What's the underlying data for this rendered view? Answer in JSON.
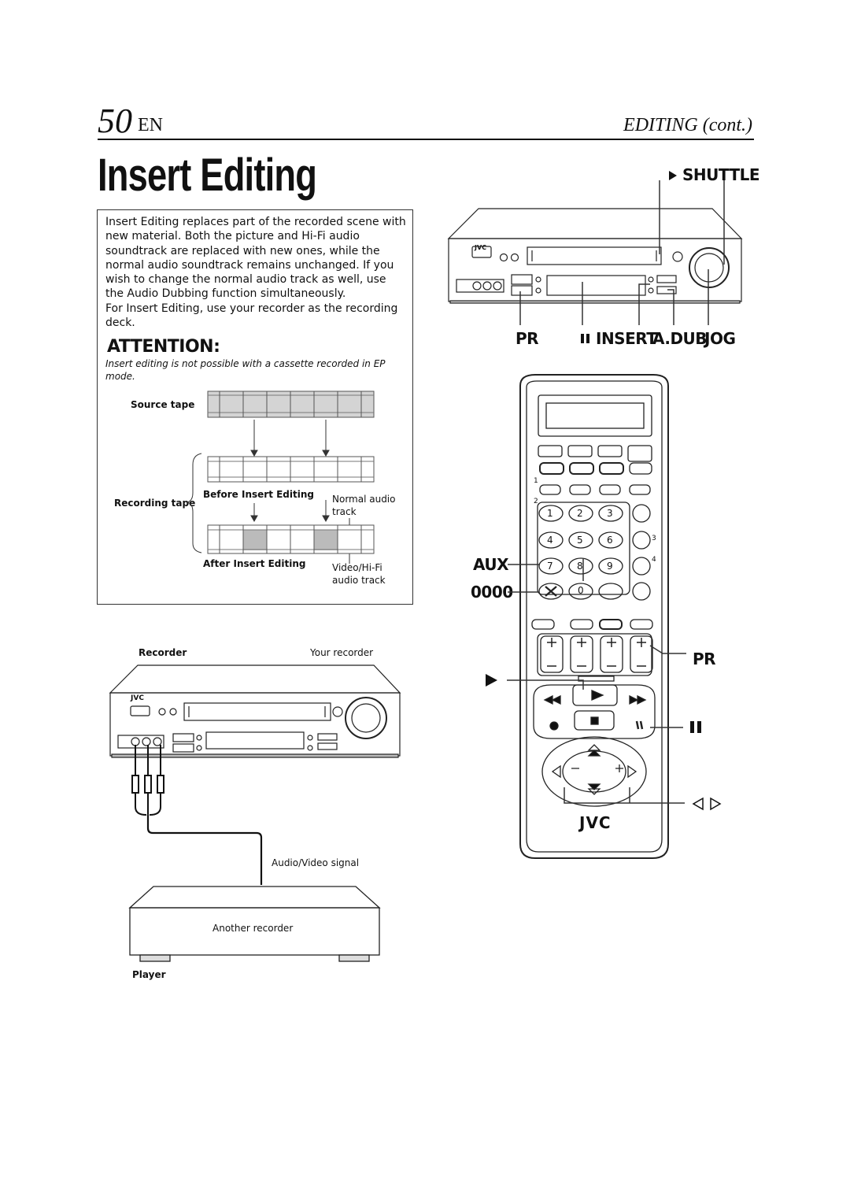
{
  "header": {
    "page_number": "50",
    "language": "EN",
    "section": "EDITING (cont.)"
  },
  "title": "Insert Editing",
  "intro": {
    "paragraph1": "Insert Editing replaces part of the recorded scene with new material. Both the picture and Hi-Fi audio soundtrack are replaced with new ones, while the normal audio soundtrack remains unchanged. If you wish to change the normal audio track as well, use the Audio Dubbing function simultaneously.",
    "paragraph2": "For Insert Editing, use your recorder as the recording deck."
  },
  "attention": {
    "heading": "ATTENTION:",
    "text": "Insert editing is not possible with a cassette recorded in EP mode."
  },
  "tape_diagram": {
    "source_tape": "Source tape",
    "recording_tape": "Recording tape",
    "before": "Before Insert Editing",
    "after": "After Insert Editing",
    "normal_audio": "Normal audio",
    "normal_audio_2": "track",
    "videohifi": "Video/Hi-Fi",
    "videohifi_2": "audio track"
  },
  "connection_diagram": {
    "recorder_label": "Recorder",
    "your_recorder": "Your recorder",
    "signal_label": "Audio/Video signal",
    "another_recorder": "Another recorder",
    "player_label": "Player",
    "brand": "JVC"
  },
  "vcr_callouts": {
    "shuttle": "SHUTTLE",
    "pr": "PR",
    "insert": "INSERT",
    "adub": "A.DUB",
    "jog": "JOG",
    "brand": "JVC"
  },
  "remote_callouts": {
    "aux": "AUX",
    "zeros": "0000",
    "pr": "PR",
    "brand": "JVC",
    "keys": [
      "1",
      "2",
      "3",
      "4",
      "5",
      "6",
      "7",
      "8",
      "9",
      "0"
    ],
    "side_numbers": [
      "1",
      "2",
      "3",
      "4"
    ]
  },
  "icons": {
    "play": "play-icon",
    "pause": "pause-icon",
    "left_right": "left-right-arrows-icon",
    "power": "power-icon"
  }
}
